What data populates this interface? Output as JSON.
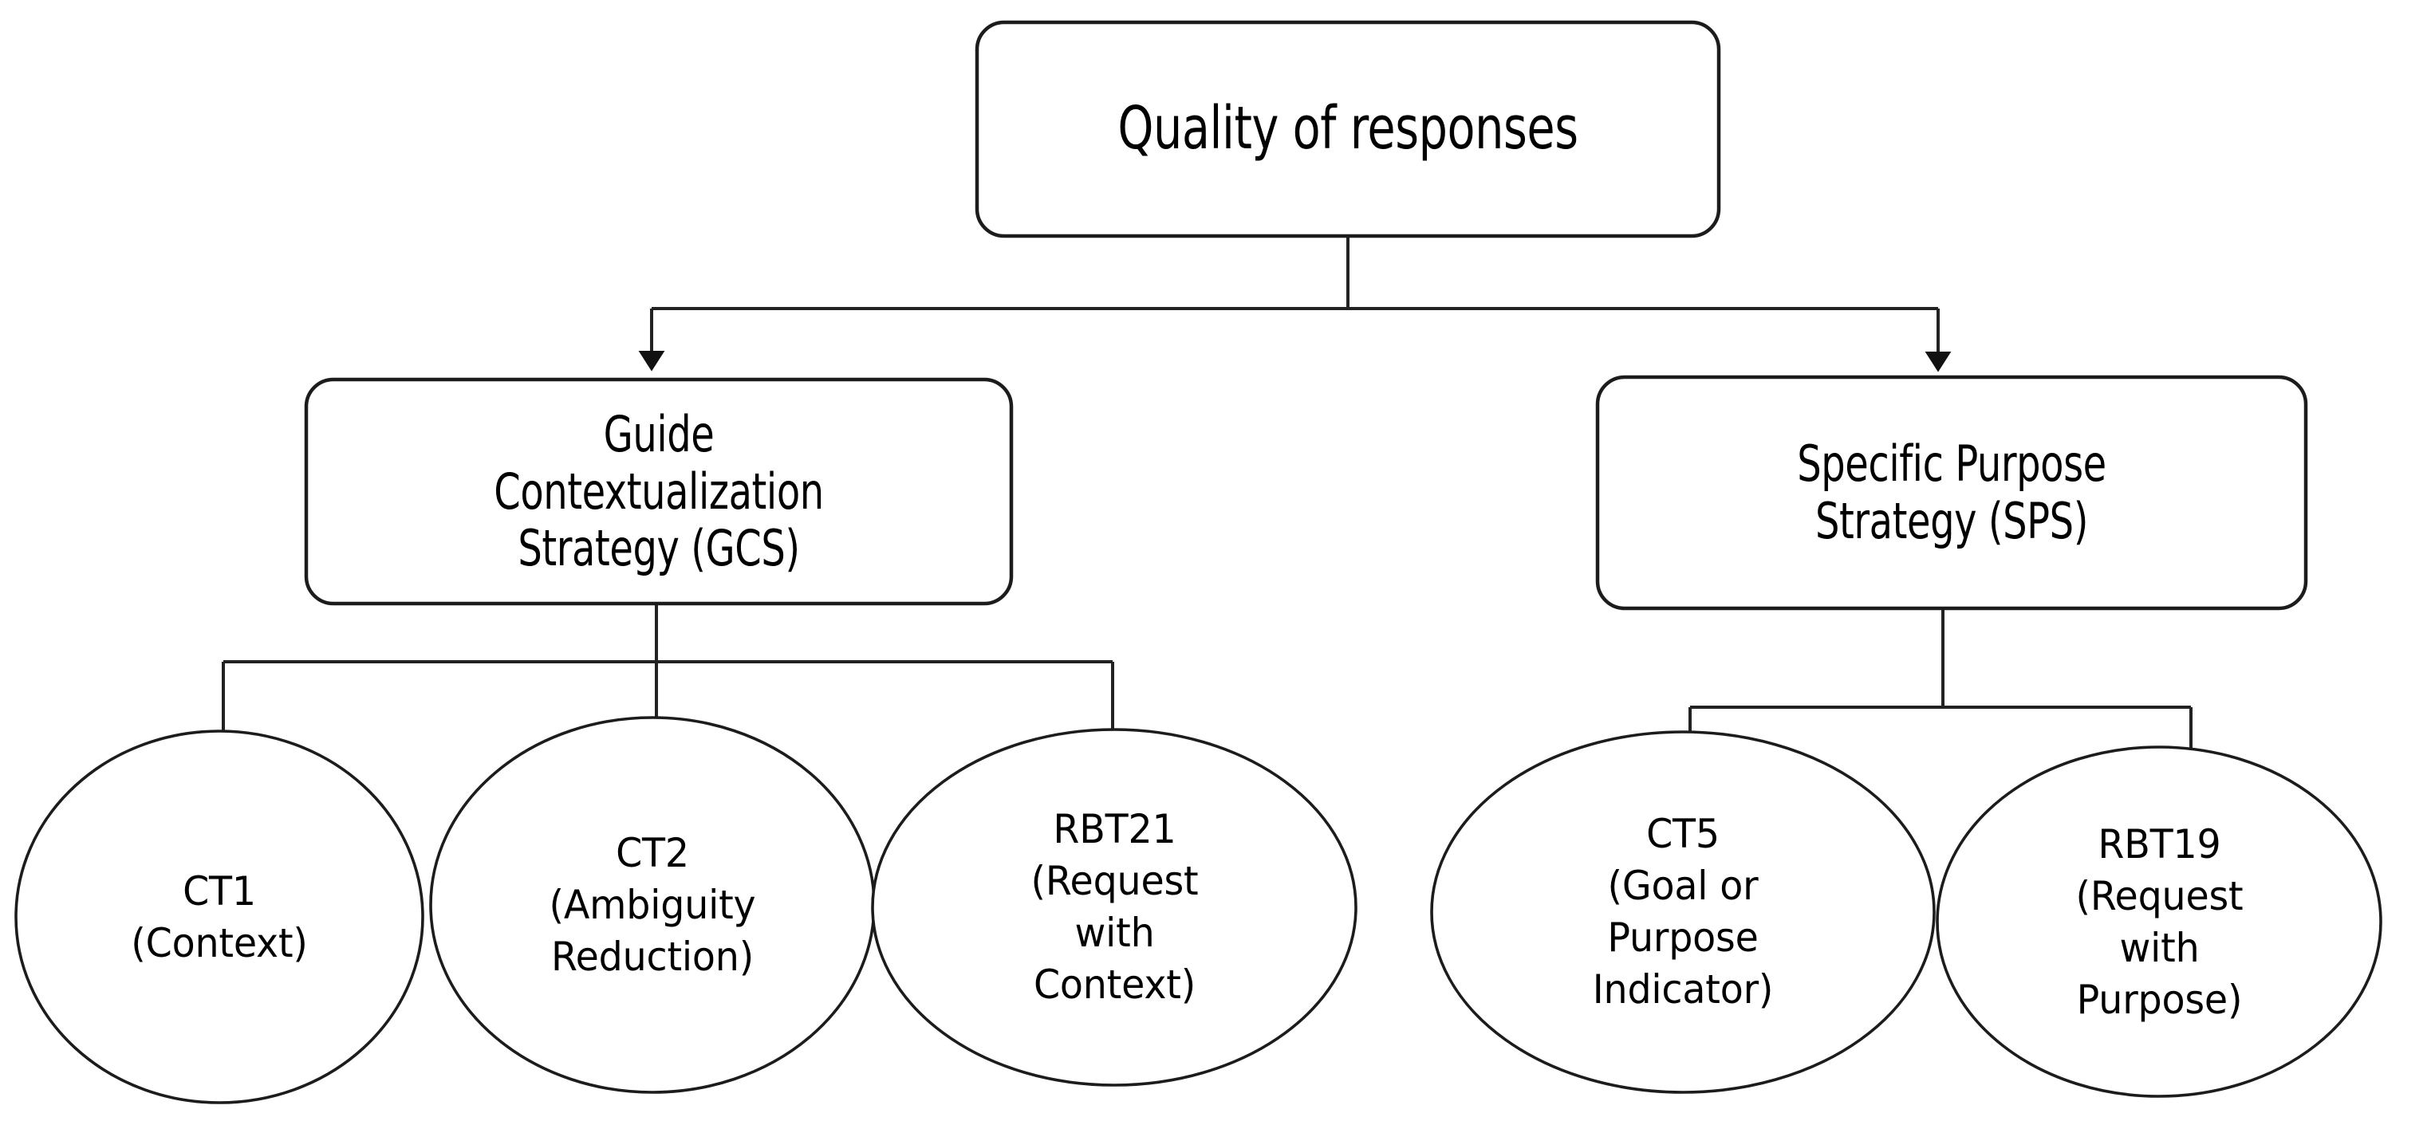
{
  "diagram": {
    "title": "Quality of responses",
    "type": "hierarchy-tree",
    "background_color": "#ffffff",
    "stroke_color": "#1a1a1a",
    "text_color": "#000000",
    "levels": 3
  },
  "nodes": {
    "root": {
      "id": "root",
      "shape": "rounded-rectangle",
      "label": "Quality of responses"
    },
    "gcs": {
      "id": "gcs",
      "shape": "rounded-rectangle",
      "label": "Guide\nContextualization\nStrategy (GCS)",
      "abbreviation": "GCS"
    },
    "sps": {
      "id": "sps",
      "shape": "rounded-rectangle",
      "label": "Specific Purpose\nStrategy (SPS)",
      "abbreviation": "SPS"
    },
    "ct1": {
      "id": "ct1",
      "shape": "ellipse",
      "label": "CT1\n(Context)",
      "code": "CT1",
      "description": "(Context)"
    },
    "ct2": {
      "id": "ct2",
      "shape": "ellipse",
      "label": "CT2\n(Ambiguity\nReduction)",
      "code": "CT2",
      "description": "(Ambiguity Reduction)"
    },
    "rbt21": {
      "id": "rbt21",
      "shape": "ellipse",
      "label": "RBT21\n(Request\nwith\nContext)",
      "code": "RBT21",
      "description": "(Request with Context)"
    },
    "ct5": {
      "id": "ct5",
      "shape": "ellipse",
      "label": "CT5\n(Goal or\nPurpose\nIndicator)",
      "code": "CT5",
      "description": "(Goal or Purpose Indicator)"
    },
    "rbt19": {
      "id": "rbt19",
      "shape": "ellipse",
      "label": "RBT19\n(Request\nwith\nPurpose)",
      "code": "RBT19",
      "description": "(Request with Purpose)"
    }
  },
  "edges": [
    {
      "from": "root",
      "to": "gcs",
      "style": "orthogonal-arrow"
    },
    {
      "from": "root",
      "to": "sps",
      "style": "orthogonal-arrow"
    },
    {
      "from": "gcs",
      "to": "ct1",
      "style": "orthogonal-arrow"
    },
    {
      "from": "gcs",
      "to": "ct2",
      "style": "orthogonal-arrow"
    },
    {
      "from": "gcs",
      "to": "rbt21",
      "style": "orthogonal-arrow"
    },
    {
      "from": "sps",
      "to": "ct5",
      "style": "orthogonal-arrow"
    },
    {
      "from": "sps",
      "to": "rbt19",
      "style": "orthogonal-arrow"
    }
  ]
}
